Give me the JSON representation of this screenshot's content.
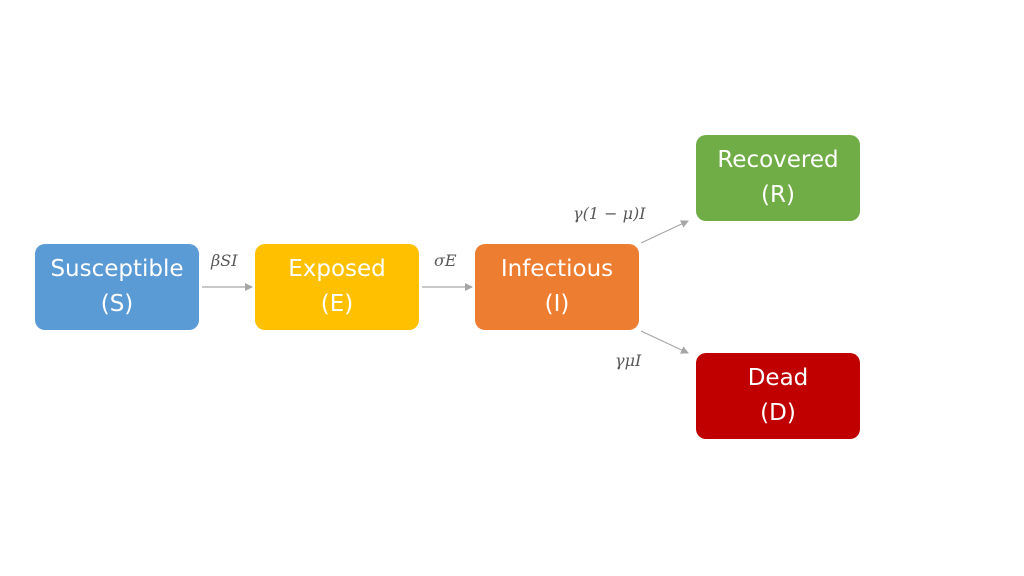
{
  "nodes": {
    "susceptible": {
      "name": "Susceptible",
      "symbol": "(S)",
      "color": "#5B9BD5"
    },
    "exposed": {
      "name": "Exposed",
      "symbol": "(E)",
      "color": "#FFC000"
    },
    "infectious": {
      "name": "Infectious",
      "symbol": "(I)",
      "color": "#ED7D31"
    },
    "recovered": {
      "name": "Recovered",
      "symbol": "(R)",
      "color": "#70AD47"
    },
    "dead": {
      "name": "Dead",
      "symbol": "(D)",
      "color": "#C00000"
    }
  },
  "edges": {
    "s_to_e": {
      "label": "βSI"
    },
    "e_to_i": {
      "label": "σE"
    },
    "i_to_r": {
      "label": "γ(1 − μ)I"
    },
    "i_to_d": {
      "label": "γμI"
    }
  },
  "colors": {
    "arrow": "#A6A6A6",
    "label": "#595959",
    "background": "#FFFFFF"
  }
}
